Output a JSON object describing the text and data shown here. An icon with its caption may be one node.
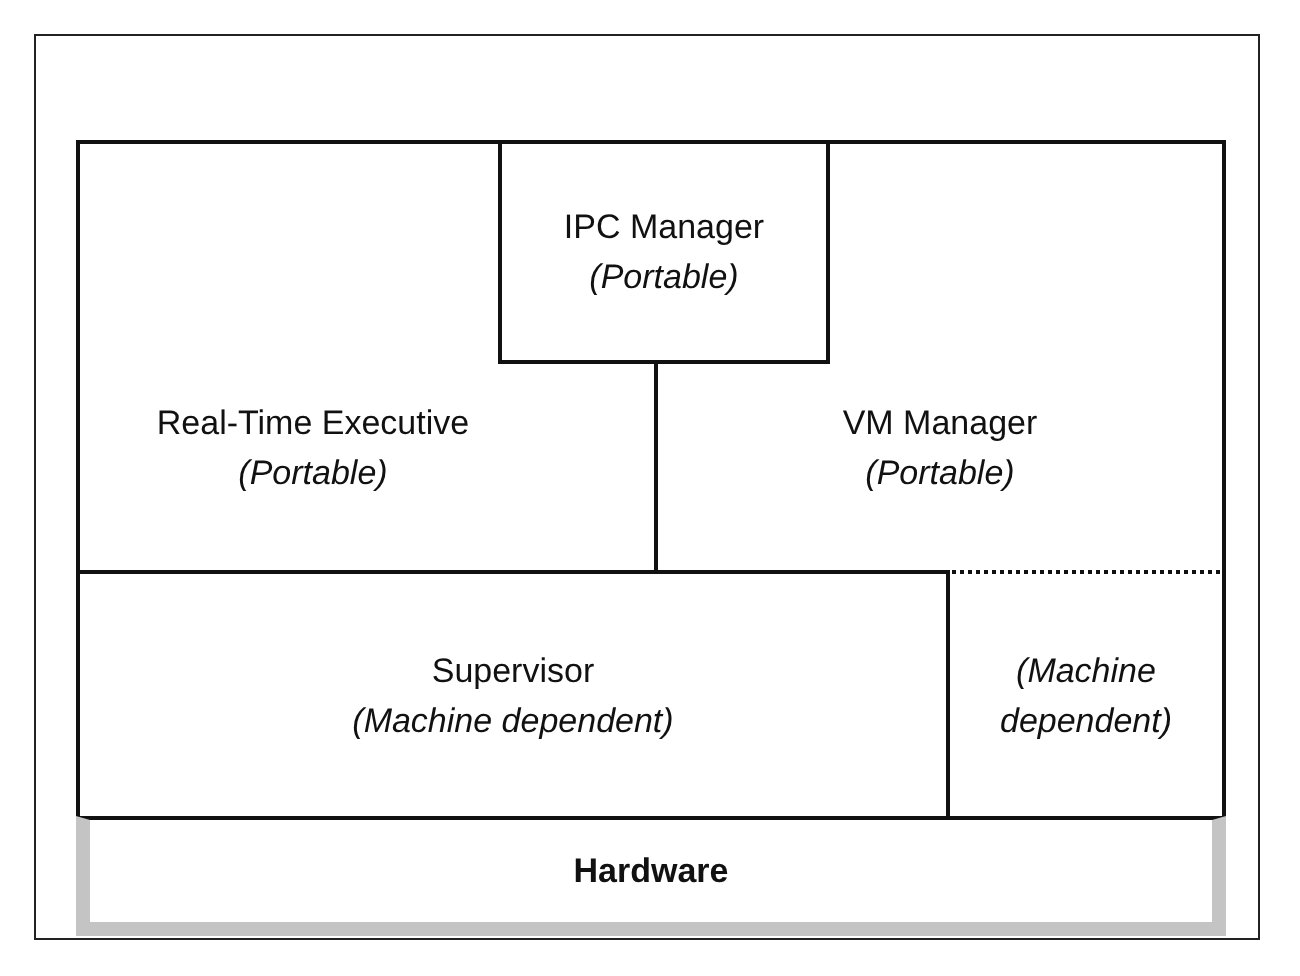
{
  "diagram": {
    "nodes": [
      {
        "text": [
          "IPC Manager",
          "(Portable)"
        ]
      },
      {
        "text": [
          "Real-Time Executive",
          "(Portable)"
        ]
      },
      {
        "text": [
          "VM Manager",
          "(Portable)"
        ]
      },
      {
        "text": [
          "Supervisor",
          "(Machine dependent)"
        ]
      },
      {
        "text": [
          "(Machine dependent)"
        ]
      },
      {
        "text": [
          "Hardware"
        ]
      }
    ]
  }
}
